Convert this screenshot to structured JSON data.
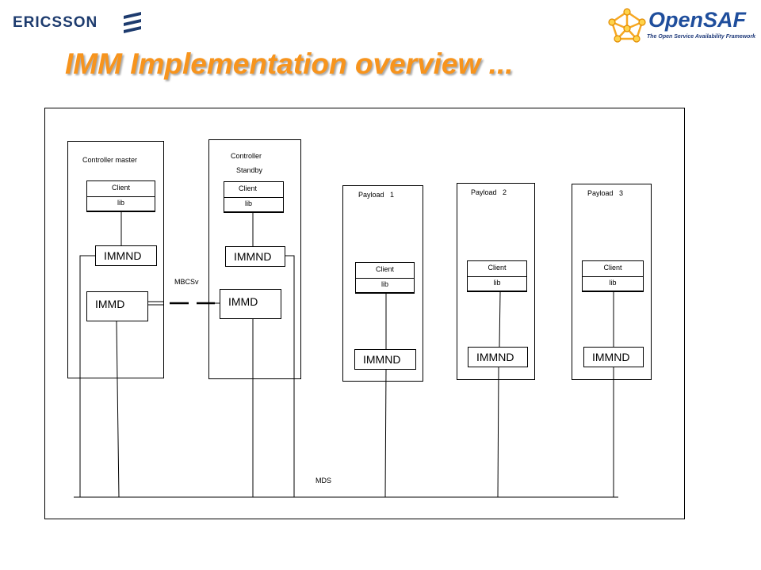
{
  "header": {
    "ericsson_logo": "ERICSSON",
    "opensaf_logo": "OpenSAF",
    "opensaf_tagline": "The Open Service Availability Framework",
    "title": "IMM Implementation overview ..."
  },
  "diagram": {
    "nodes": [
      {
        "label": "Controller master",
        "client": "Client",
        "lib": "lib",
        "immnd": "IMMND",
        "immd": "IMMD"
      },
      {
        "label_line1": "Controller",
        "label_line2": "Standby",
        "client": "Client",
        "lib": "lib",
        "immnd": "IMMND",
        "immd": "IMMD"
      },
      {
        "label": "Payload   1",
        "client": "Client",
        "lib": "lib",
        "immnd": "IMMND"
      },
      {
        "label": "Payload   2",
        "client": "Client",
        "lib": "lib",
        "immnd": "IMMND"
      },
      {
        "label": "Payload   3",
        "client": "Client",
        "lib": "lib",
        "immnd": "IMMND"
      }
    ],
    "mbcsv_label": "MBCSv",
    "mds_label": "MDS"
  },
  "colors": {
    "title": "#f7941d",
    "ericsson": "#1d3b6e",
    "opensaf": "#1f4e9c",
    "opensaf_mark": "#f7a823"
  },
  "icons": [
    "ericsson-logo-icon",
    "opensaf-logo-icon"
  ]
}
